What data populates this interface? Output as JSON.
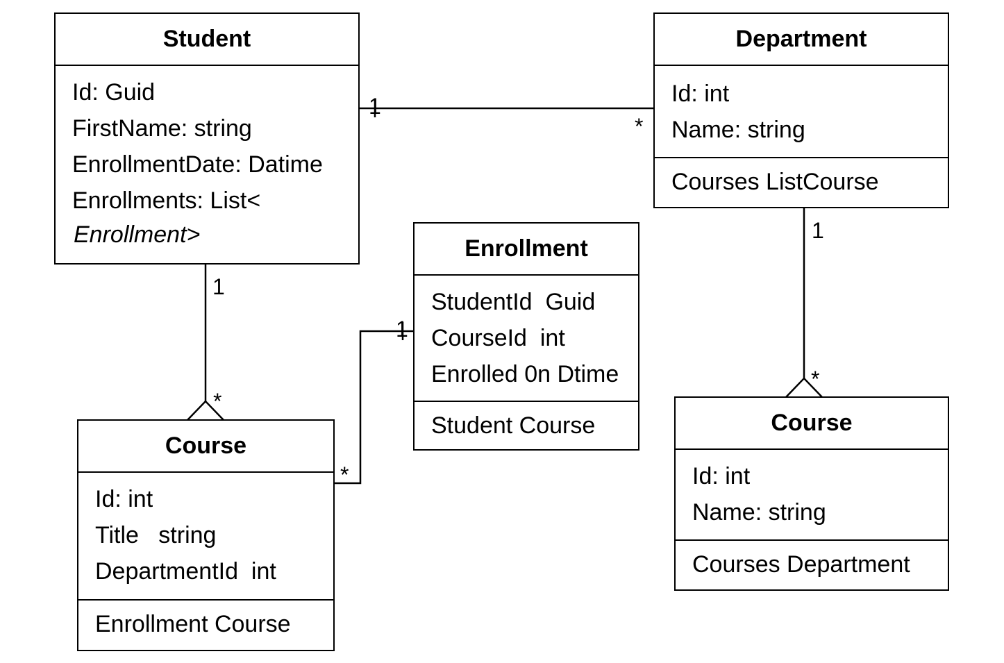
{
  "classes": {
    "student": {
      "name": "Student",
      "attributes": [
        "Id: Guid",
        "FirstName: string",
        "EnrollmentDate: Datime",
        "Enrollments: List<",
        "Enrollment>"
      ],
      "operations": []
    },
    "department": {
      "name": "Department",
      "attributes": [
        "Id: int",
        "Name: string"
      ],
      "operations": [
        "Courses ListCourse"
      ]
    },
    "enrollment": {
      "name": "Enrollment",
      "attributes": [
        "StudentId  Guid",
        "CourseId  int",
        "Enrolled 0n Dtime"
      ],
      "operations": [
        "Student Course"
      ]
    },
    "course_left": {
      "name": "Course",
      "attributes": [
        "Id: int",
        "Title   string",
        "DepartmentId  int"
      ],
      "operations": [
        "Enrollment Course"
      ]
    },
    "course_right": {
      "name": "Course",
      "attributes": [
        "Id: int",
        "Name: string"
      ],
      "operations": [
        "Courses Department"
      ]
    }
  },
  "multiplicities": {
    "student_department_student_end": "1",
    "student_department_department_end": "*",
    "student_course_student_end": "1",
    "student_course_course_end": "*",
    "enrollment_course_enrollment_end": "1",
    "enrollment_course_course_end": "*",
    "department_course_department_end": "1",
    "department_course_course_end": "*"
  }
}
